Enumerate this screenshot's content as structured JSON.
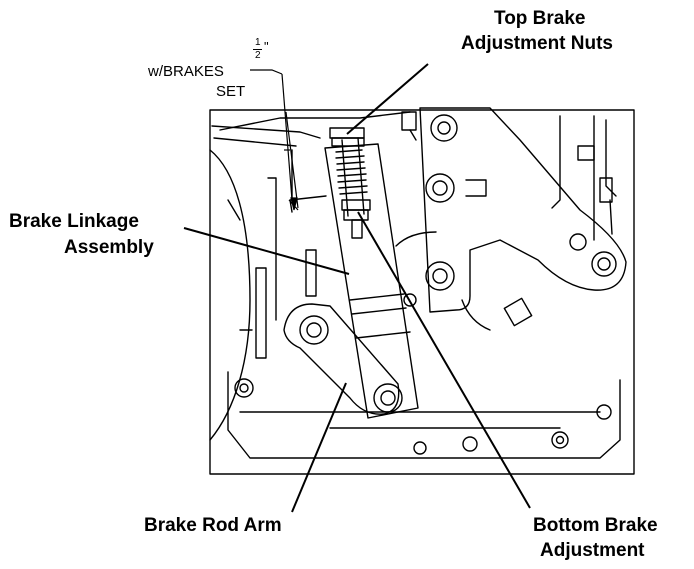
{
  "callouts": {
    "top_brake_line1": "Top Brake",
    "top_brake_line2": "Adjustment Nuts",
    "linkage_line1": "Brake Linkage",
    "linkage_line2": "Assembly",
    "rod_arm": "Brake Rod Arm",
    "bottom_line1": "Bottom Brake",
    "bottom_line2": "Adjustment"
  },
  "dimension": {
    "numerator": "1",
    "denominator": "2",
    "inch_mark": "\"",
    "line1": "w/BRAKES",
    "line2": "SET"
  }
}
